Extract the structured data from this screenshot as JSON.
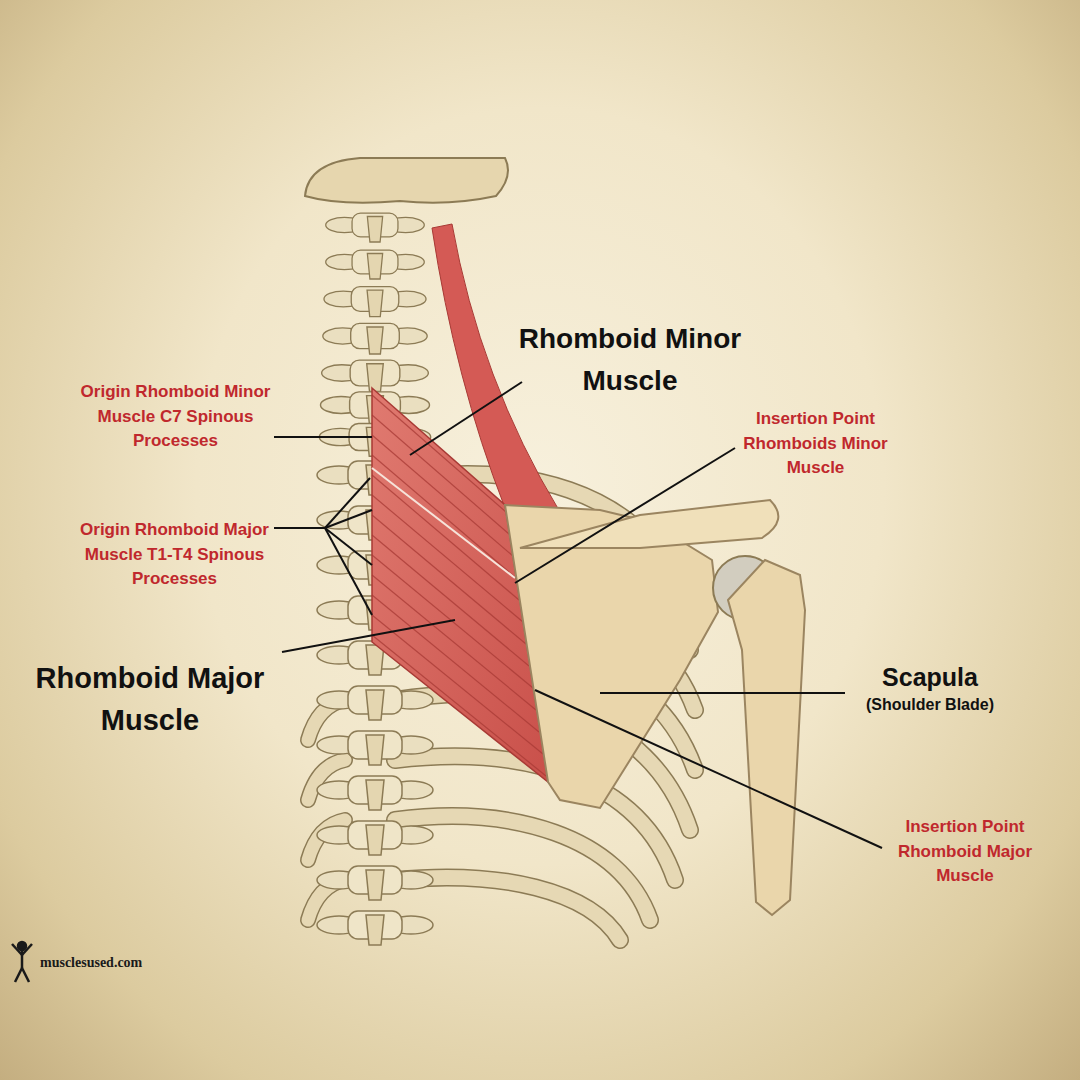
{
  "diagram": {
    "labels": [
      "Rhomboid Minor Muscle",
      "Origin Rhomboid Minor Muscle C7 Spinous Processes",
      "Insertion Point Rhomboids Minor Muscle",
      "Origin Rhomboid Major Muscle T1-T4 Spinous Processes",
      "Rhomboid Major Muscle",
      "Scapula",
      "(Shoulder Blade)",
      "Insertion Point Rhomboid Major Muscle",
      "musclesused.com"
    ]
  }
}
